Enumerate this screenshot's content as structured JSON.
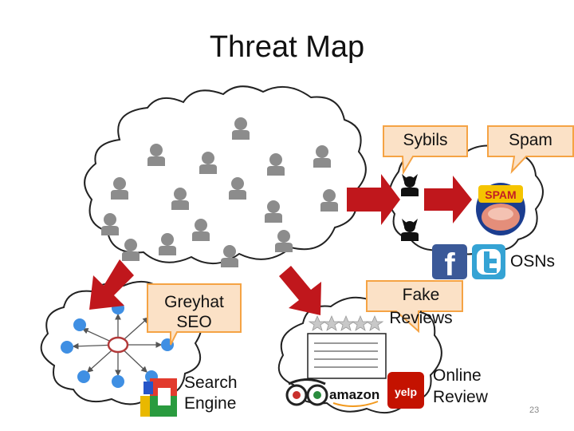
{
  "title": "Threat Map",
  "callouts": {
    "sybils": "Sybils",
    "spam": "Spam",
    "greyhat_seo_line1": "Greyhat",
    "greyhat_seo_line2": "SEO",
    "fake_reviews_line1": "Fake",
    "fake_reviews_line2": "Reviews"
  },
  "labels": {
    "osns": "OSNs",
    "search_engine_line1": "Search",
    "search_engine_line2": "Engine",
    "online_review_line1": "Online",
    "online_review_line2": "Review"
  },
  "logos": {
    "spam_can": "SPAM",
    "facebook": "f",
    "amazon": "amazon",
    "yelp": "yelp"
  },
  "page_number": "23",
  "colors": {
    "callout_fill": "#fbe1c6",
    "callout_border": "#f5a344",
    "arrow_red": "#c0171c",
    "cloud_stroke": "#222222",
    "person_grey": "#8c8c8c",
    "node_blue": "#3f8fe3",
    "hub_red": "#b33a3a"
  }
}
